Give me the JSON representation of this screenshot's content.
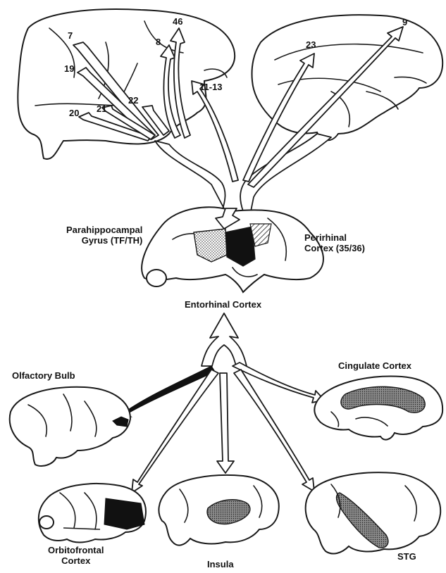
{
  "labels": {
    "parahippocampal_line1": "Parahippocampal",
    "parahippocampal_line2": "Gyrus (TF/TH)",
    "perirhinal_line1": "Perirhinal",
    "perirhinal_line2": "Cortex (35/36)",
    "entorhinal": "Entorhinal Cortex",
    "olfactory": "Olfactory Bulb",
    "cingulate": "Cingulate Cortex",
    "orbitofrontal_line1": "Orbitofrontal",
    "orbitofrontal_line2": "Cortex",
    "insula": "Insula",
    "stg": "STG"
  },
  "areas": {
    "a7": "7",
    "a46": "46",
    "a8": "8",
    "a19": "19",
    "a22": "22",
    "a21": "21",
    "a20": "20",
    "a11_13": "11-13",
    "a23": "23",
    "a9": "9"
  },
  "colors": {
    "line": "#1a1a1a",
    "fill_dark": "#111111",
    "fill_stipple": "#9a9a9a",
    "background": "#ffffff"
  }
}
